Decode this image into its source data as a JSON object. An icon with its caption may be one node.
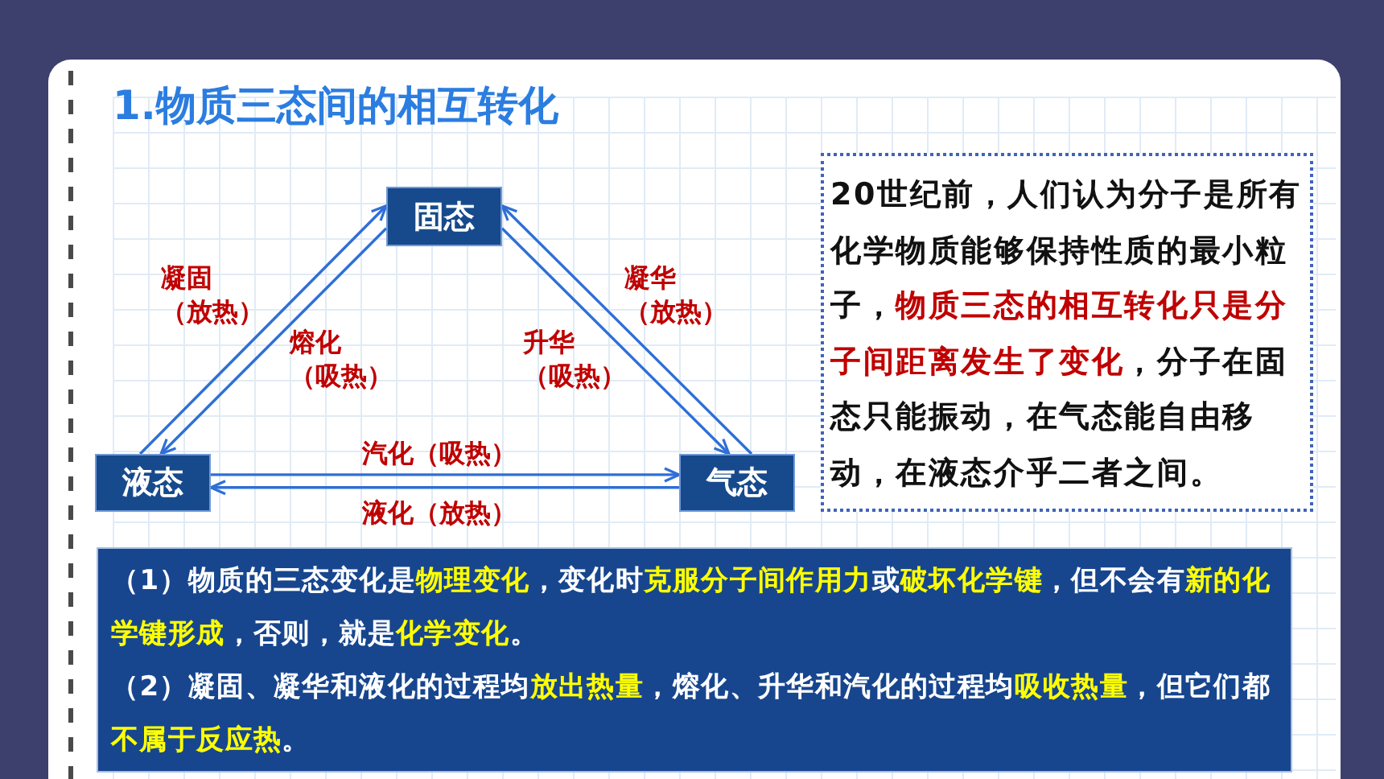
{
  "diagram": {
    "title": "1.物质三态间的相互转化",
    "nodes": [
      {
        "text": [
          "固态"
        ]
      },
      {
        "text": [
          "液态"
        ]
      },
      {
        "text": [
          "气态"
        ]
      },
      {
        "text": [
          "20世纪前，人们认为分子是所有化学物质能够保持性质的最小粒子，**物质三态的相互转化只是分子间距离发生了变化**，分子在固态只能振动，在气态能自由移动，在液态介乎二者之间。"
        ]
      },
      {
        "text": [
          "（1）物质的三态变化是**物理变化**，变化时**克服分子间作用力**或**破坏化学键**，但不会有**新的化学键形成**，否则，就是**化学变化**。",
          "（2）凝固、凝华和液化的过程均**放出热量**，熔化、升华和汽化的过程均**吸收热量**，但它们都**不属于反应热**。"
        ]
      }
    ],
    "edges": [
      {
        "from": 1,
        "to": 0,
        "arrow": "to",
        "label": "凝固（放热）"
      },
      {
        "from": 0,
        "to": 1,
        "arrow": "to",
        "label": "熔化（吸热）"
      },
      {
        "from": 2,
        "to": 0,
        "arrow": "to",
        "label": "凝华（放热）"
      },
      {
        "from": 0,
        "to": 2,
        "arrow": "to",
        "label": "升华（吸热）"
      },
      {
        "from": 1,
        "to": 2,
        "arrow": "to",
        "label": "汽化（吸热）"
      },
      {
        "from": 2,
        "to": 1,
        "arrow": "to",
        "label": "液化（放热）"
      }
    ]
  }
}
